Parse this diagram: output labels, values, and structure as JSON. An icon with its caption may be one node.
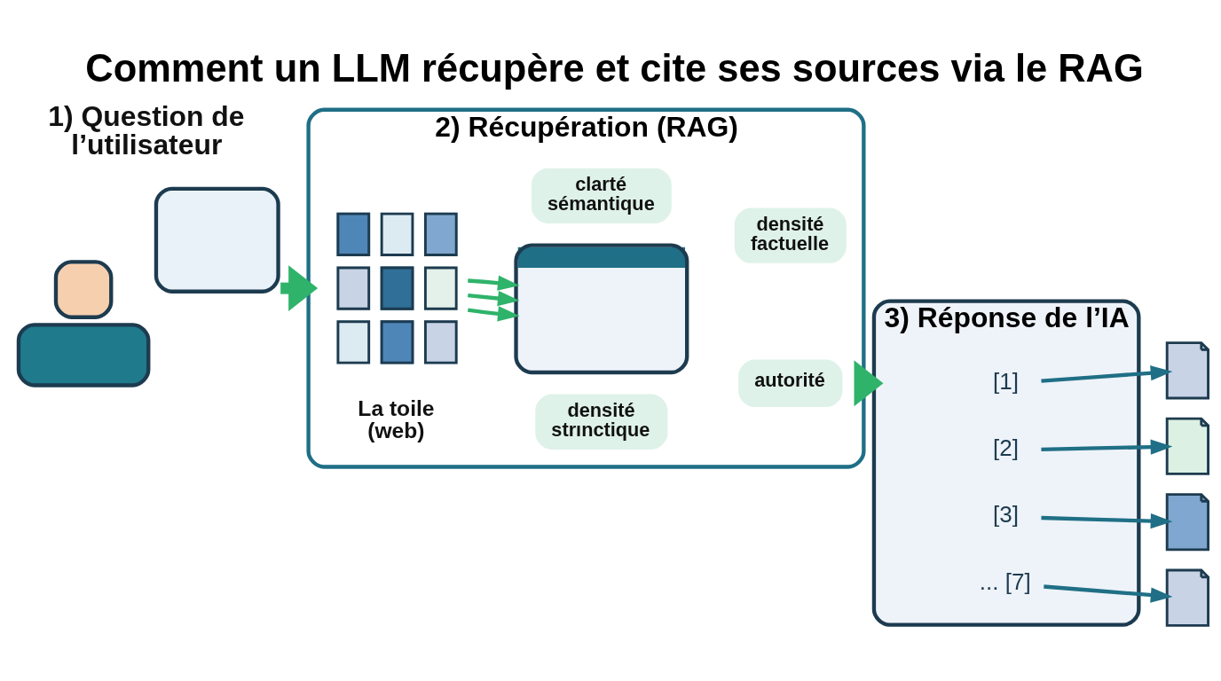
{
  "diagram": {
    "title": "Comment un LLM récupère et cite ses sources via le RAG",
    "nodes": [
      {
        "text": [],
        "shape": "person",
        "beside": [
          "1) Question de l’utilisateur"
        ]
      },
      {
        "text": [
          "2) Récupération (RAG)"
        ]
      },
      {
        "text": [],
        "shape": "picture",
        "in": 1,
        "beside": [
          "La toile (web)"
        ]
      },
      {
        "text": [
          "clarté sémantique"
        ],
        "in": 1
      },
      {
        "text": [
          "densité factuelle"
        ],
        "in": 1
      },
      {
        "text": [],
        "shape": "picture",
        "in": 1
      },
      {
        "text": [
          "densité strınctique"
        ],
        "in": 1
      },
      {
        "text": [
          "autorité"
        ],
        "in": 1
      },
      {
        "text": [
          "3) Réponse de l’IA"
        ]
      },
      {
        "text": [
          "[1]"
        ],
        "in": 8
      },
      {
        "text": [
          "[2]"
        ],
        "in": 8
      },
      {
        "text": [
          "[3]"
        ],
        "in": 8
      },
      {
        "text": [
          "... [7]"
        ],
        "in": 8
      },
      {
        "text": [],
        "shape": "document"
      },
      {
        "text": [],
        "shape": "document"
      },
      {
        "text": [],
        "shape": "document"
      },
      {
        "text": [],
        "shape": "document"
      }
    ],
    "edges": [
      {
        "from": 0,
        "to": 1,
        "arrow": "to",
        "style": "thick"
      },
      {
        "from": 2,
        "to": 5,
        "arrow": "to"
      },
      {
        "from": 2,
        "to": 5,
        "arrow": "to"
      },
      {
        "from": 2,
        "to": 5,
        "arrow": "to"
      },
      {
        "from": 1,
        "to": 8,
        "arrow": "to",
        "style": "thick"
      },
      {
        "from": 9,
        "to": 13,
        "arrow": "to",
        "color": "#1f6f86"
      },
      {
        "from": 10,
        "to": 14,
        "arrow": "to",
        "color": "#1f6f86"
      },
      {
        "from": 11,
        "to": 15,
        "arrow": "to",
        "color": "#1f6f86"
      },
      {
        "from": 12,
        "to": 16,
        "arrow": "to",
        "color": "#1f6f86"
      }
    ]
  }
}
